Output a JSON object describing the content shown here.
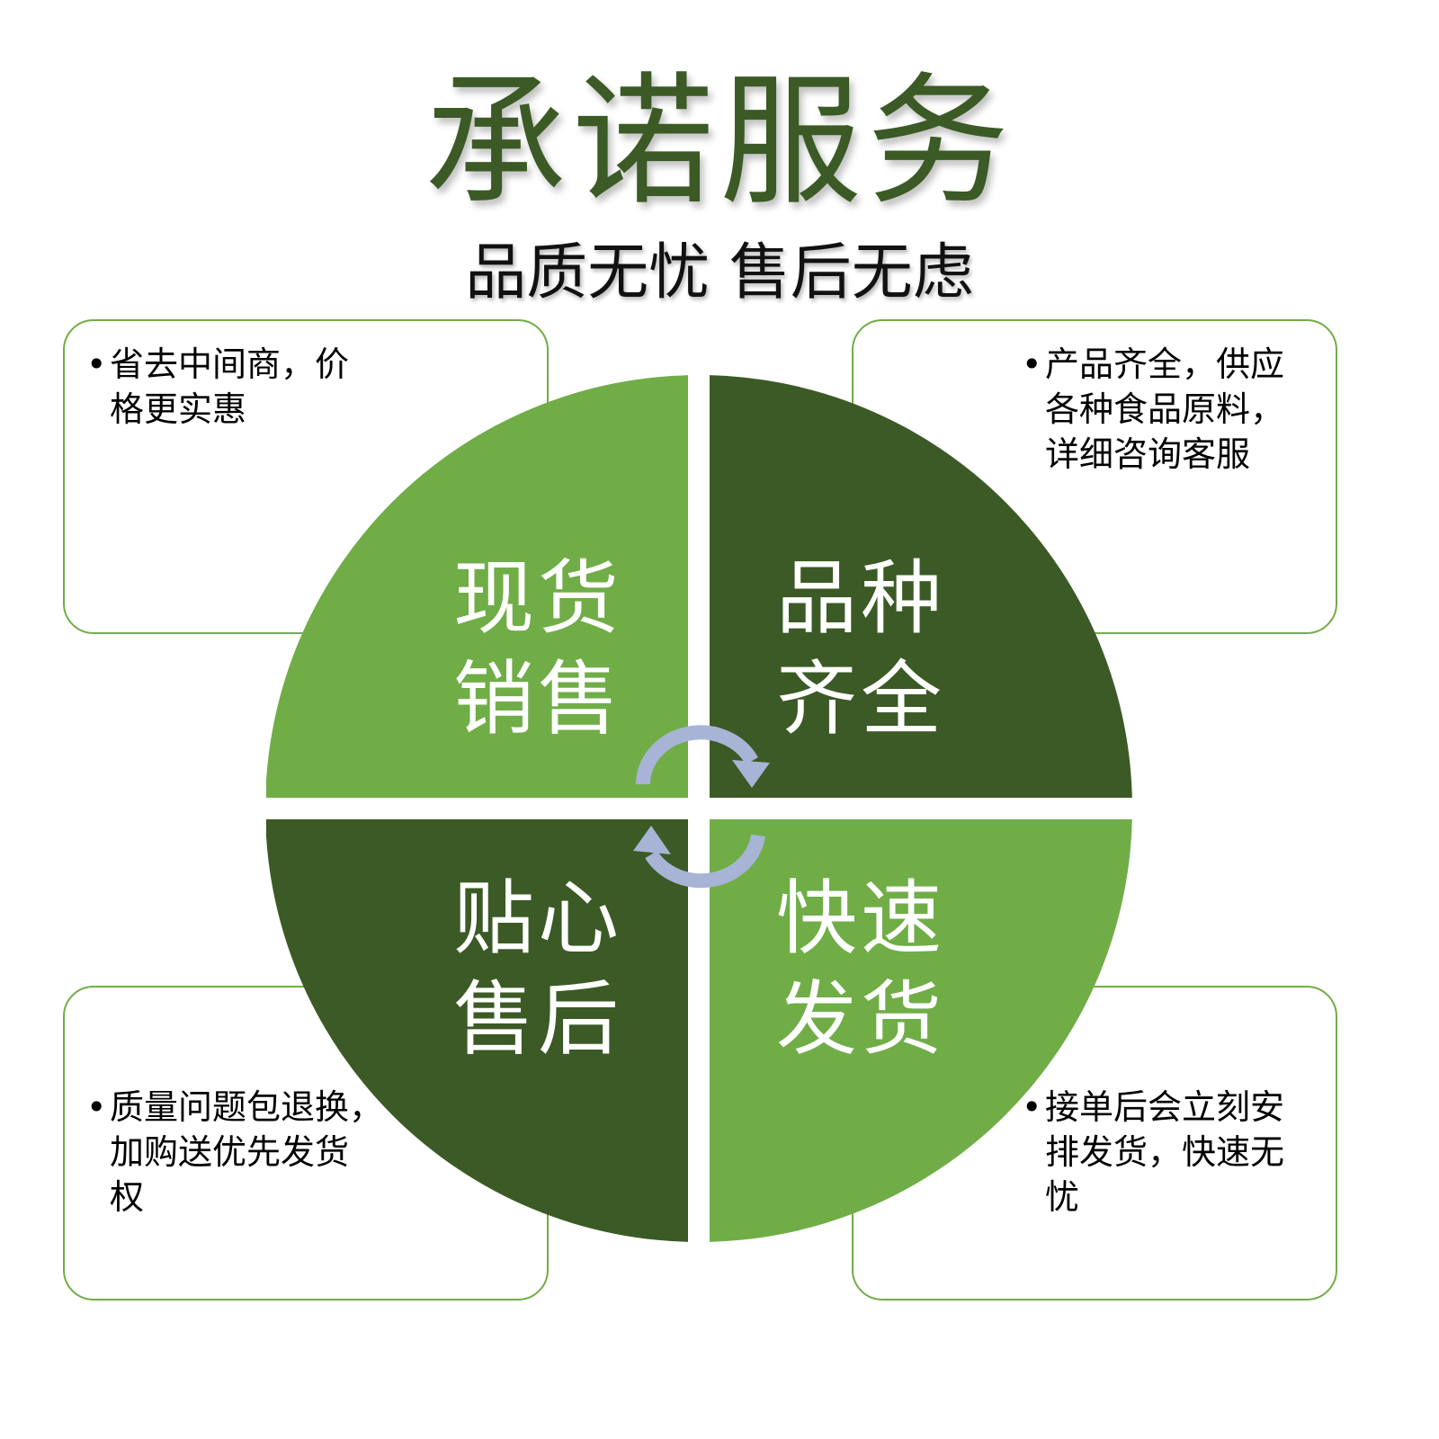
{
  "title": "承诺服务",
  "subtitle": "品质无忧 售后无虑",
  "colors": {
    "title": "#3b5a25",
    "light_green": "#70ad47",
    "dark_green": "#3b5a25",
    "arrow": "#a7b4d6"
  },
  "quadrants": [
    {
      "label_line1": "现货",
      "label_line2": "销售"
    },
    {
      "label_line1": "品种",
      "label_line2": "齐全"
    },
    {
      "label_line1": "贴心",
      "label_line2": "售后"
    },
    {
      "label_line1": "快速",
      "label_line2": "发货"
    }
  ],
  "cards": [
    {
      "bullet": "•",
      "lines": [
        "省去中间商，价",
        "格更实惠"
      ]
    },
    {
      "bullet": "•",
      "lines": [
        "产品齐全，供应",
        "各种食品原料，",
        "详细咨询客服"
      ]
    },
    {
      "bullet": "•",
      "lines": [
        "质量问题包退换，",
        "加购送优先发货",
        "权"
      ]
    },
    {
      "bullet": "•",
      "lines": [
        "接单后会立刻安",
        "排发货，快速无",
        "忧"
      ]
    }
  ]
}
